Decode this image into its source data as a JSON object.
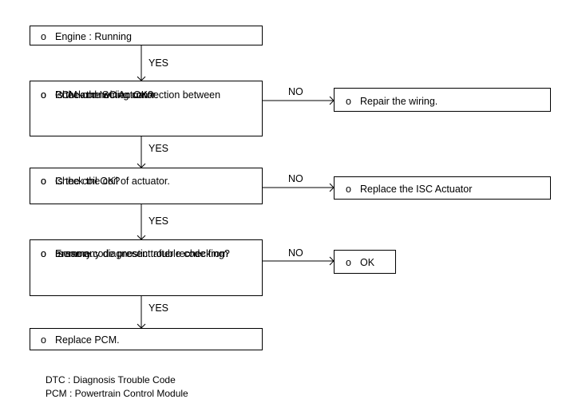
{
  "bullet": "o",
  "steps": {
    "engine": {
      "lines": [
        "Engine : Running"
      ]
    },
    "wiring": {
      "lines": [
        "Check the wiring connection between",
        "PCM and ISC Actuator.",
        "Is the connection OK?"
      ]
    },
    "coil": {
      "lines": [
        "Check the coil of actuator.",
        "Is the coil OK?"
      ]
    },
    "erase": {
      "lines": [
        "Erase any diagnostic trouble code from",
        "memory.",
        "Is same code present after rechecking?"
      ]
    },
    "replace_pcm": {
      "lines": [
        "Replace PCM."
      ]
    }
  },
  "outcomes": {
    "repair": "Repair the wiring.",
    "replace_isc": "Replace the ISC Actuator",
    "ok": "OK"
  },
  "edge_labels": {
    "yes": "YES",
    "no": "NO"
  },
  "legend": [
    "DTC : Diagnosis Trouble Code",
    "PCM : Powertrain Control Module"
  ],
  "colors": {
    "line": "#000000",
    "background": "#ffffff"
  }
}
